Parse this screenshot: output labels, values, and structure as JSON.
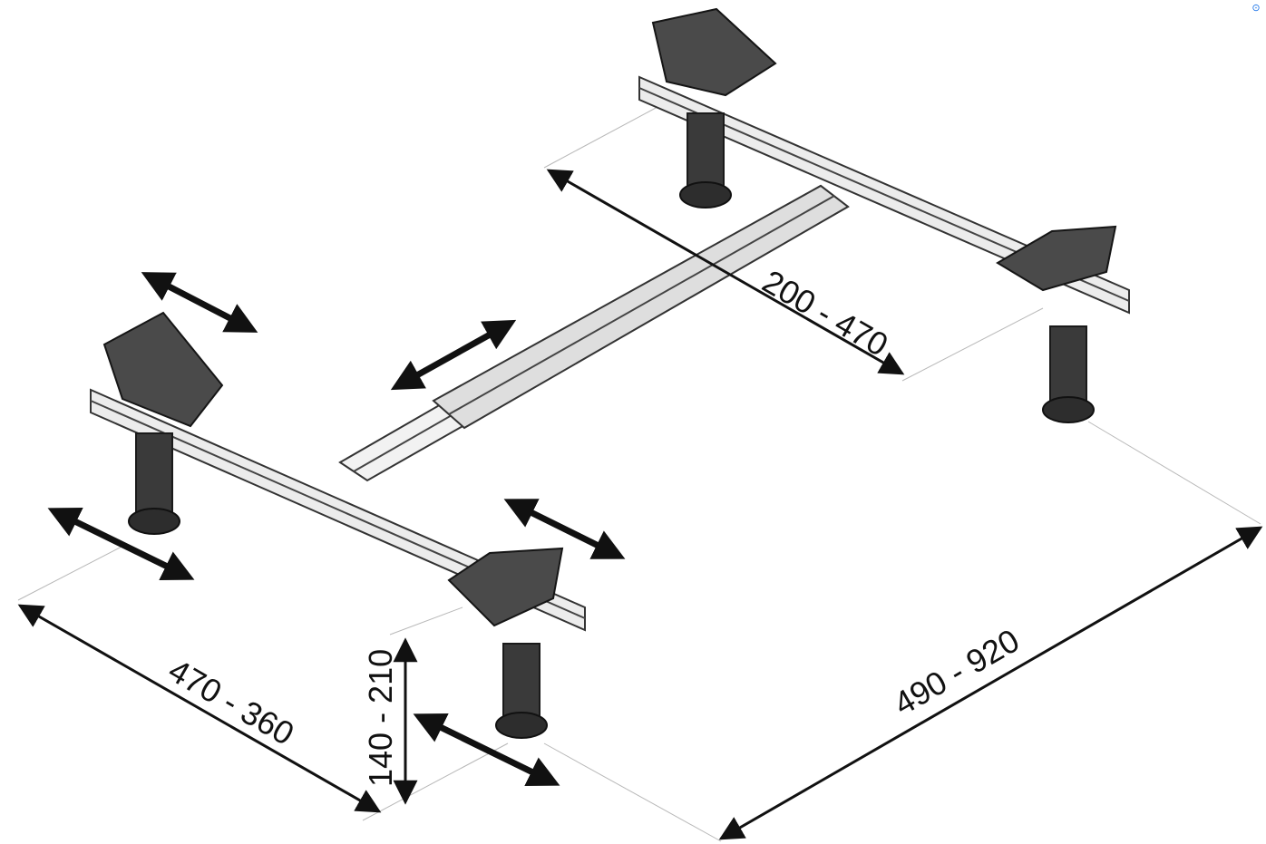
{
  "dimensions": {
    "inner_width": "200 - 470",
    "outer_width": "470 - 360",
    "height": "140 - 210",
    "length": "490 - 920"
  },
  "icons": {
    "corner": "lens-icon"
  },
  "colors": {
    "rail": "#e8e8e8",
    "foot": "#2d2d2d",
    "plate": "#4a4a4a",
    "line": "#111111"
  }
}
